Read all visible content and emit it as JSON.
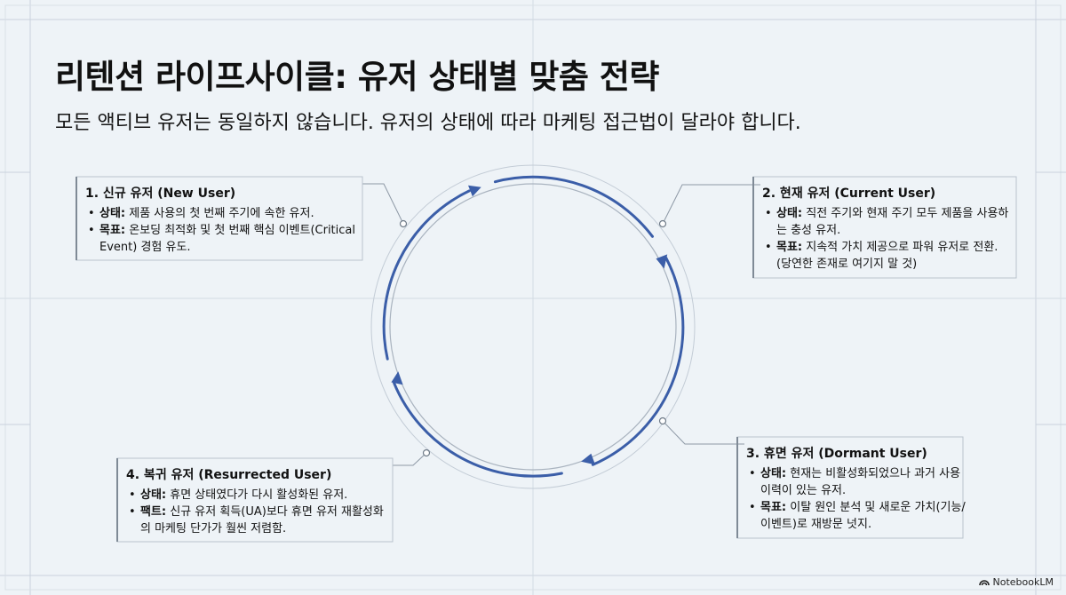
{
  "title": "리텐션 라이프사이클: 유저 상태별 맞춤 전략",
  "subtitle": "모든 액티브 유저는 동일하지 않습니다. 유저의 상태에 따라 마케팅 접근법이 달라야 합니다.",
  "stages": [
    {
      "title": "1. 신규 유저 (New User)",
      "bullets": [
        {
          "key": "상태:",
          "text": " 제품 사용의 첫 번째 주기에 속한 유저."
        },
        {
          "key": "목표:",
          "text": " 온보딩 최적화 및 첫 번째 핵심 이벤트(Critical Event) 경험 유도."
        }
      ]
    },
    {
      "title": "2. 현재 유저 (Current User)",
      "bullets": [
        {
          "key": "상태:",
          "text": " 직전 주기와 현재 주기 모두 제품을 사용하는 충성 유저."
        },
        {
          "key": "목표:",
          "text": " 지속적 가치 제공으로 파워 유저로 전환. (당연한 존재로 여기지 말 것)"
        }
      ]
    },
    {
      "title": "3. 휴면 유저 (Dormant User)",
      "bullets": [
        {
          "key": "상태:",
          "text": " 현재는 비활성화되었으나 과거 사용 이력이 있는 유저."
        },
        {
          "key": "목표:",
          "text": " 이탈 원인 분석 및 새로운 가치(기능/이벤트)로 재방문 넛지."
        }
      ]
    },
    {
      "title": "4. 복귀 유저 (Resurrected User)",
      "bullets": [
        {
          "key": "상태:",
          "text": " 휴면 상태였다가 다시 활성화된 유저."
        },
        {
          "key": "팩트:",
          "text": " 신규 유저 획득(UA)보다 휴면 유저 재활성화의 마케팅 단가가 훨씬 저렴함."
        }
      ]
    }
  ],
  "brand": "NotebookLM",
  "colors": {
    "background": "#eef3f7",
    "arrow": "#3b5ea8",
    "grid": "#c9d2dc",
    "text": "#111111"
  }
}
